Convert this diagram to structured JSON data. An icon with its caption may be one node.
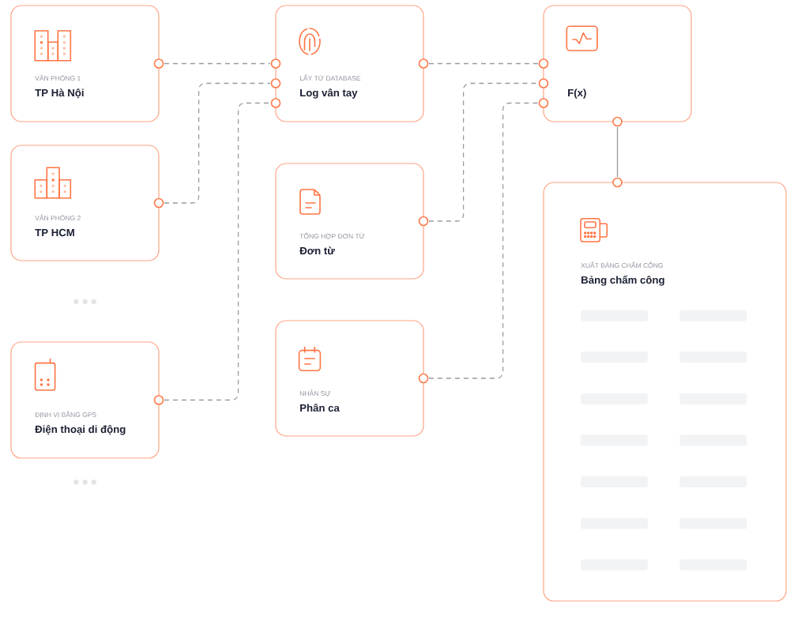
{
  "diagram": {
    "nodes": [
      {
        "text": [
          "VĂN PHÒNG 1",
          "TP Hà Nội"
        ]
      },
      {
        "text": [
          "VĂN PHÒNG 2",
          "TP HCM"
        ]
      },
      {
        "text": [
          "ĐỊNH VỊ BẰNG GPS",
          "Điện thoại di động"
        ]
      },
      {
        "text": [
          "LẤY TỪ DATABASE",
          "Log vân tay"
        ]
      },
      {
        "text": [
          "TỔNG HỢP ĐƠN TỪ",
          "Đơn từ"
        ]
      },
      {
        "text": [
          "NHÂN SỰ",
          "Phân ca"
        ]
      },
      {
        "text": [
          "F(x)"
        ]
      },
      {
        "text": [
          "XUẤT BẢNG CHẤM CÔNG",
          "Bảng chấm công"
        ]
      }
    ],
    "edges": [
      {
        "from": 0,
        "to": 3,
        "arrow": "none",
        "style": "dashed"
      },
      {
        "from": 1,
        "to": 3,
        "arrow": "none",
        "style": "dashed"
      },
      {
        "from": 2,
        "to": 3,
        "arrow": "none",
        "style": "dashed"
      },
      {
        "from": 3,
        "to": 6,
        "arrow": "none",
        "style": "dashed"
      },
      {
        "from": 4,
        "to": 6,
        "arrow": "none",
        "style": "dashed"
      },
      {
        "from": 5,
        "to": 6,
        "arrow": "none",
        "style": "dashed"
      },
      {
        "from": 6,
        "to": 7,
        "arrow": "none"
      }
    ]
  }
}
